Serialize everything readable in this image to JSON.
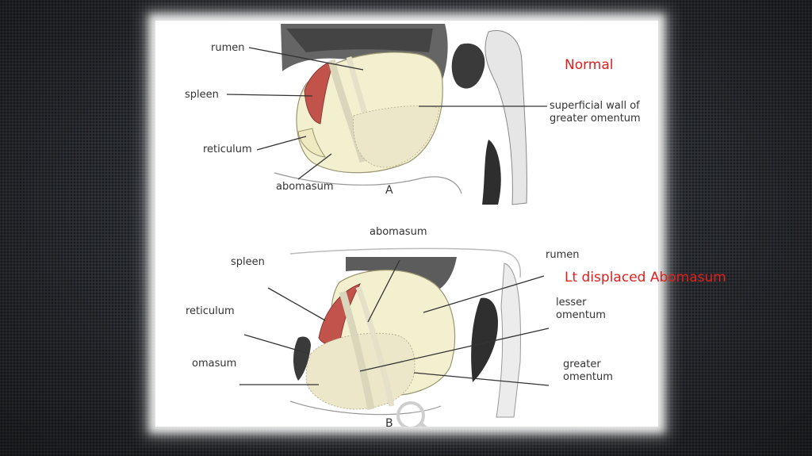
{
  "slide": {
    "annotation_normal": "Normal",
    "annotation_lda": "Lt displaced Abomasum"
  },
  "figure_a": {
    "letter": "A",
    "labels": {
      "rumen": "rumen",
      "spleen": "spleen",
      "reticulum": "reticulum",
      "abomasum": "abomasum",
      "superficial_wall": "superficial wall of greater omentum"
    }
  },
  "figure_b": {
    "letter": "B",
    "labels": {
      "abomasum": "abomasum",
      "spleen": "spleen",
      "reticulum": "reticulum",
      "omasum": "omasum",
      "rumen": "rumen",
      "lesser_omentum": "lesser omentum",
      "greater_omentum": "greater omentum"
    }
  },
  "colors": {
    "annotation": "#e0201c",
    "organ_fill": "#f3f0cf",
    "spleen_fill": "#c2534a",
    "leader_line": "#333333"
  }
}
